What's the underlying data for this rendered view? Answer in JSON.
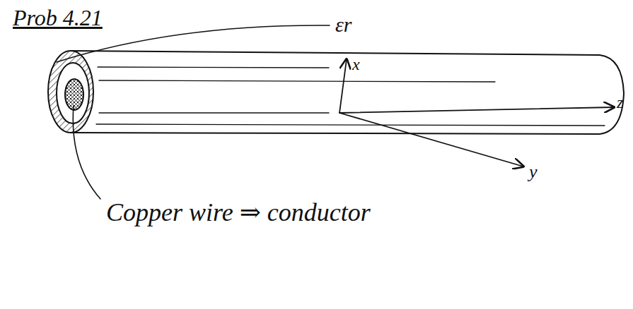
{
  "diagram": {
    "title": "Prob 4.21",
    "labels": [
      "εr",
      "x",
      "y",
      "z",
      "Copper wire ⇒ conductor"
    ]
  }
}
